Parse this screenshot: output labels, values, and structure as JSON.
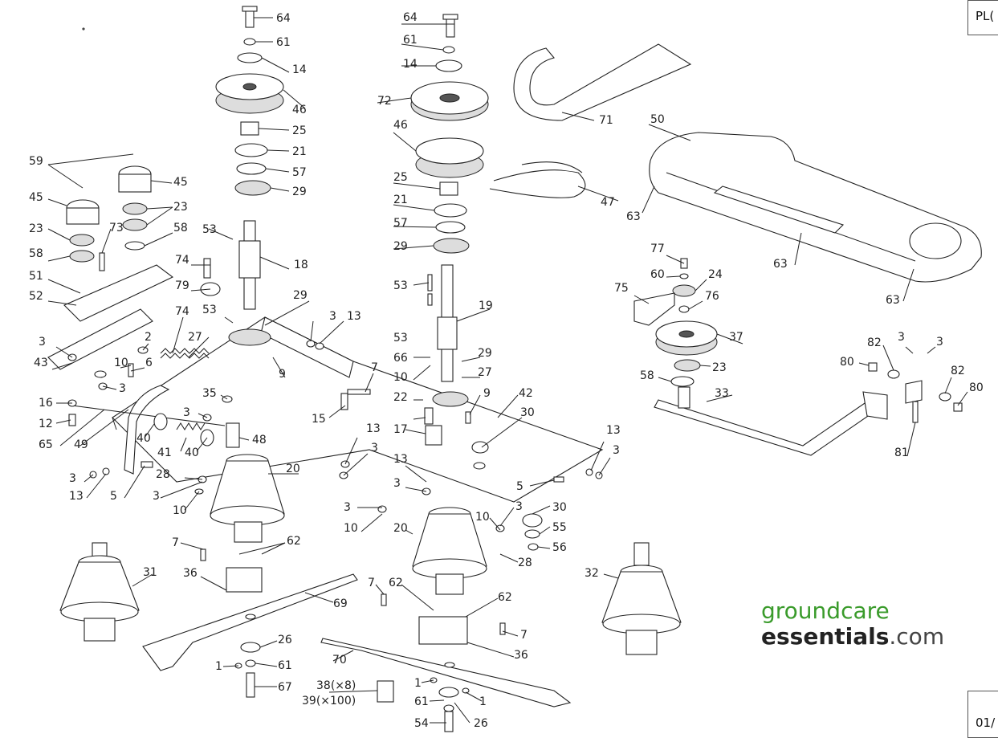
{
  "header": {
    "page_code": "PL("
  },
  "footer": {
    "page_number": "01/"
  },
  "brand": {
    "line1": "groundcare",
    "line2_bold": "essentials",
    "line2_suffix": ".com",
    "colors": {
      "green": "#3a9b2b",
      "dark": "#222222"
    }
  },
  "labels": [
    {
      "id": "l64a",
      "text": "64"
    },
    {
      "id": "l61a",
      "text": "61"
    },
    {
      "id": "l14a",
      "text": "14"
    },
    {
      "id": "l46a",
      "text": "46"
    },
    {
      "id": "l25a",
      "text": "25"
    },
    {
      "id": "l21a",
      "text": "21"
    },
    {
      "id": "l57a",
      "text": "57"
    },
    {
      "id": "l29a",
      "text": "29"
    },
    {
      "id": "l64b",
      "text": "64"
    },
    {
      "id": "l61b",
      "text": "61"
    },
    {
      "id": "l14b",
      "text": "14"
    },
    {
      "id": "l72",
      "text": "72"
    },
    {
      "id": "l71",
      "text": "71"
    },
    {
      "id": "l46b",
      "text": "46"
    },
    {
      "id": "l47",
      "text": "47"
    },
    {
      "id": "l25b",
      "text": "25"
    },
    {
      "id": "l21b",
      "text": "21"
    },
    {
      "id": "l57b",
      "text": "57"
    },
    {
      "id": "l29b",
      "text": "29"
    },
    {
      "id": "l50",
      "text": "50"
    },
    {
      "id": "l63a",
      "text": "63"
    },
    {
      "id": "l63b",
      "text": "63"
    },
    {
      "id": "l63c",
      "text": "63"
    },
    {
      "id": "l59",
      "text": "59"
    },
    {
      "id": "l45a",
      "text": "45"
    },
    {
      "id": "l45b",
      "text": "45"
    },
    {
      "id": "l23a",
      "text": "23"
    },
    {
      "id": "l23b",
      "text": "23"
    },
    {
      "id": "l73",
      "text": "73"
    },
    {
      "id": "l58a",
      "text": "58"
    },
    {
      "id": "l58b",
      "text": "58"
    },
    {
      "id": "l53a",
      "text": "53"
    },
    {
      "id": "l18",
      "text": "18"
    },
    {
      "id": "l74a",
      "text": "74"
    },
    {
      "id": "l79",
      "text": "79"
    },
    {
      "id": "l51",
      "text": "51"
    },
    {
      "id": "l52",
      "text": "52"
    },
    {
      "id": "l53b",
      "text": "53"
    },
    {
      "id": "l29c",
      "text": "29"
    },
    {
      "id": "l74b",
      "text": "74"
    },
    {
      "id": "l53c",
      "text": "53"
    },
    {
      "id": "l19",
      "text": "19"
    },
    {
      "id": "l3a",
      "text": "3"
    },
    {
      "id": "l13a",
      "text": "13"
    },
    {
      "id": "l77",
      "text": "77"
    },
    {
      "id": "l60",
      "text": "60"
    },
    {
      "id": "l24",
      "text": "24"
    },
    {
      "id": "l75",
      "text": "75"
    },
    {
      "id": "l76",
      "text": "76"
    },
    {
      "id": "l37",
      "text": "37"
    },
    {
      "id": "l3b",
      "text": "3"
    },
    {
      "id": "l2",
      "text": "2"
    },
    {
      "id": "l43",
      "text": "43"
    },
    {
      "id": "l27a",
      "text": "27"
    },
    {
      "id": "l10a",
      "text": "10"
    },
    {
      "id": "l6",
      "text": "6"
    },
    {
      "id": "l9a",
      "text": "9"
    },
    {
      "id": "l53d",
      "text": "53"
    },
    {
      "id": "l66",
      "text": "66"
    },
    {
      "id": "l29d",
      "text": "29"
    },
    {
      "id": "l27b",
      "text": "27"
    },
    {
      "id": "l82a",
      "text": "82"
    },
    {
      "id": "l3c",
      "text": "3"
    },
    {
      "id": "l3d",
      "text": "3"
    },
    {
      "id": "l80a",
      "text": "80"
    },
    {
      "id": "l23c",
      "text": "23"
    },
    {
      "id": "l58c",
      "text": "58"
    },
    {
      "id": "l33",
      "text": "33"
    },
    {
      "id": "l3e",
      "text": "3"
    },
    {
      "id": "l7a",
      "text": "7"
    },
    {
      "id": "l10b",
      "text": "10"
    },
    {
      "id": "l16",
      "text": "16"
    },
    {
      "id": "l35",
      "text": "35"
    },
    {
      "id": "l22",
      "text": "22"
    },
    {
      "id": "l9b",
      "text": "9"
    },
    {
      "id": "l42",
      "text": "42"
    },
    {
      "id": "l82b",
      "text": "82"
    },
    {
      "id": "l80b",
      "text": "80"
    },
    {
      "id": "l12",
      "text": "12"
    },
    {
      "id": "l3f",
      "text": "3"
    },
    {
      "id": "l15",
      "text": "15"
    },
    {
      "id": "l30a",
      "text": "30"
    },
    {
      "id": "l65",
      "text": "65"
    },
    {
      "id": "l49",
      "text": "49"
    },
    {
      "id": "l40a",
      "text": "40"
    },
    {
      "id": "l48",
      "text": "48"
    },
    {
      "id": "l17",
      "text": "17"
    },
    {
      "id": "l13b",
      "text": "13"
    },
    {
      "id": "l13c",
      "text": "13"
    },
    {
      "id": "l41",
      "text": "41"
    },
    {
      "id": "l40b",
      "text": "40"
    },
    {
      "id": "l3g",
      "text": "3"
    },
    {
      "id": "l81",
      "text": "81"
    },
    {
      "id": "l3h",
      "text": "3"
    },
    {
      "id": "l20a",
      "text": "20"
    },
    {
      "id": "l13d",
      "text": "13"
    },
    {
      "id": "l3i",
      "text": "3"
    },
    {
      "id": "l3j",
      "text": "3"
    },
    {
      "id": "l28a",
      "text": "28"
    },
    {
      "id": "l13e",
      "text": "13"
    },
    {
      "id": "l5a",
      "text": "5"
    },
    {
      "id": "l3k",
      "text": "3"
    },
    {
      "id": "l5b",
      "text": "5"
    },
    {
      "id": "l3l",
      "text": "3"
    },
    {
      "id": "l10c",
      "text": "10"
    },
    {
      "id": "l3m",
      "text": "3"
    },
    {
      "id": "l30b",
      "text": "30"
    },
    {
      "id": "l10d",
      "text": "10"
    },
    {
      "id": "l10e",
      "text": "10"
    },
    {
      "id": "l55",
      "text": "55"
    },
    {
      "id": "l20b",
      "text": "20"
    },
    {
      "id": "l56",
      "text": "56"
    },
    {
      "id": "l7b",
      "text": "7"
    },
    {
      "id": "l62a",
      "text": "62"
    },
    {
      "id": "l28b",
      "text": "28"
    },
    {
      "id": "l31",
      "text": "31"
    },
    {
      "id": "l36a",
      "text": "36"
    },
    {
      "id": "l69",
      "text": "69"
    },
    {
      "id": "l7c",
      "text": "7"
    },
    {
      "id": "l62b",
      "text": "62"
    },
    {
      "id": "l32",
      "text": "32"
    },
    {
      "id": "l62c",
      "text": "62"
    },
    {
      "id": "l7d",
      "text": "7"
    },
    {
      "id": "l26a",
      "text": "26"
    },
    {
      "id": "l36b",
      "text": "36"
    },
    {
      "id": "l1a",
      "text": "1"
    },
    {
      "id": "l61c",
      "text": "61"
    },
    {
      "id": "l70",
      "text": "70"
    },
    {
      "id": "l38",
      "text": "38(×8)"
    },
    {
      "id": "l39",
      "text": "39(×100)"
    },
    {
      "id": "l67",
      "text": "67"
    },
    {
      "id": "l1b",
      "text": "1"
    },
    {
      "id": "l1c",
      "text": "1"
    },
    {
      "id": "l61d",
      "text": "61"
    },
    {
      "id": "l54",
      "text": "54"
    },
    {
      "id": "l26b",
      "text": "26"
    }
  ]
}
